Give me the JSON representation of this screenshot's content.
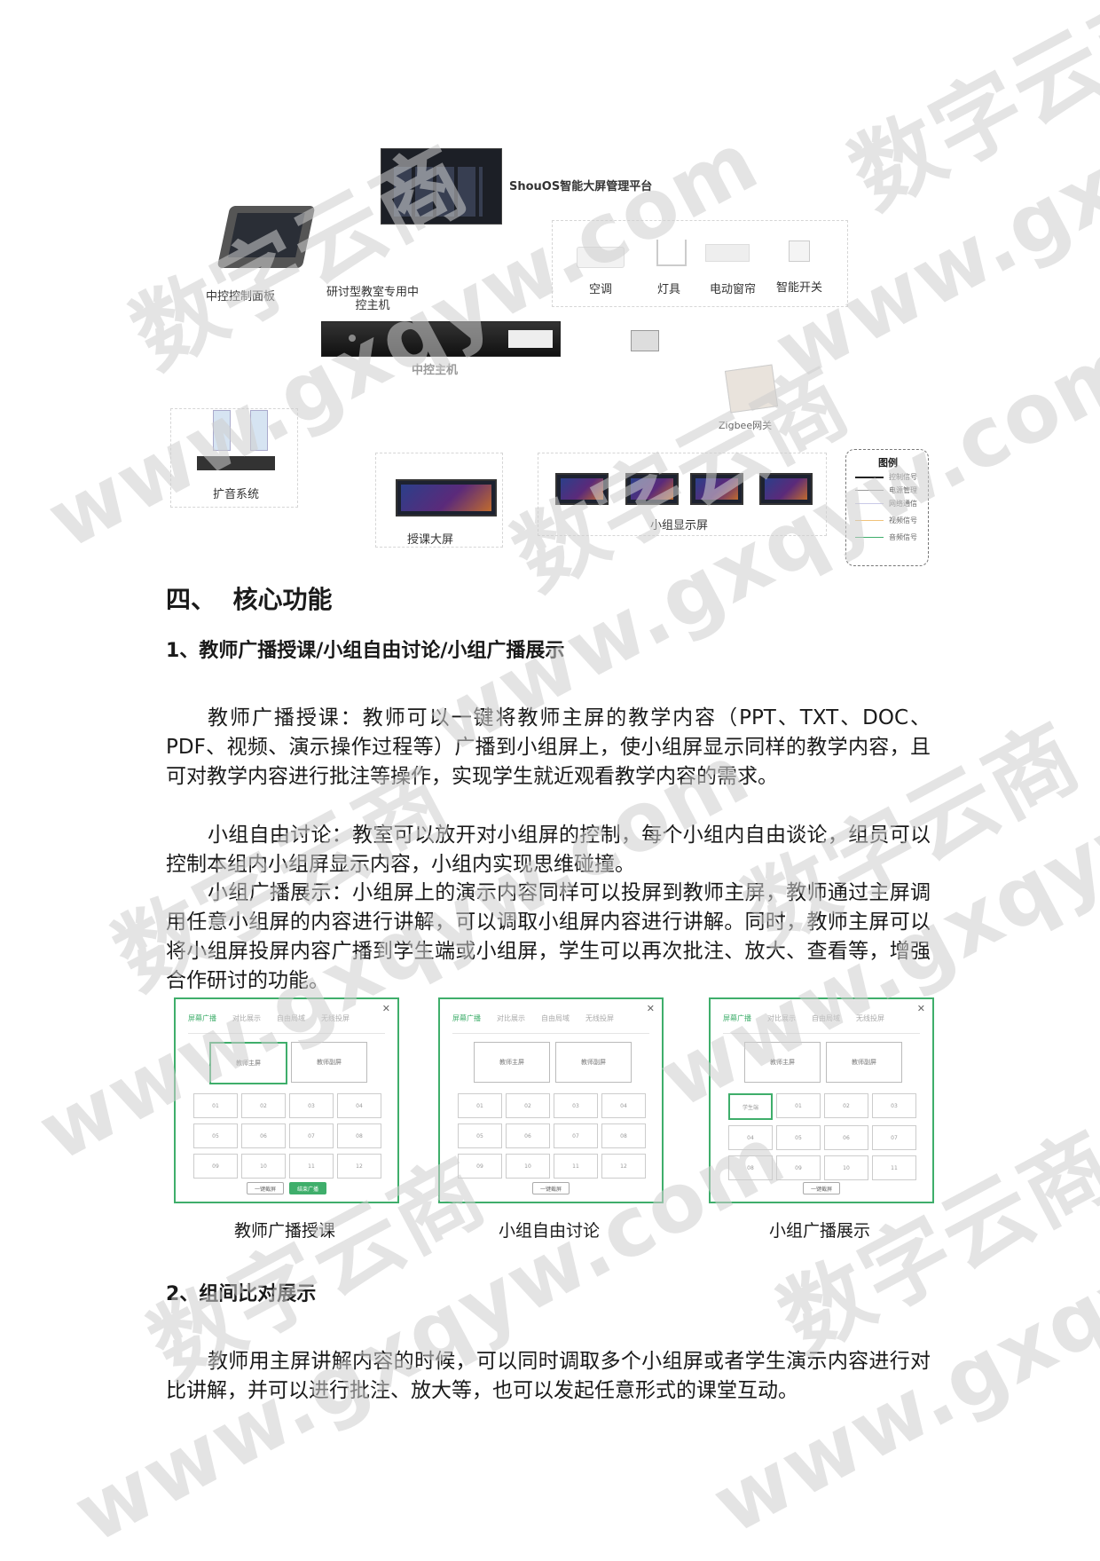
{
  "diagram": {
    "platform_label": "ShouOS智能大屏管理平台",
    "panel_label": "中控控制面板",
    "host_label": "研讨型教室专用中\n控主机",
    "main_host_label": "中控主机",
    "devices": [
      {
        "label": "空调",
        "icon": "air-conditioner-icon"
      },
      {
        "label": "灯具",
        "icon": "lamp-icon"
      },
      {
        "label": "电动窗帘",
        "icon": "curtain-icon"
      },
      {
        "label": "智能开关",
        "icon": "switch-icon"
      }
    ],
    "gateway_label": "Zigbee网关",
    "audio_label": "扩音系统",
    "teach_screen_label": "授课大屏",
    "group_screen_label": "小组显示屏",
    "legend": {
      "title": "图例",
      "items": [
        {
          "label": "控制信号",
          "color": "#222222"
        },
        {
          "label": "电源管理",
          "color": "#999999"
        },
        {
          "label": "网络通信",
          "color": "#c9c9e8"
        },
        {
          "label": "视频信号",
          "color": "#f0c27a"
        },
        {
          "label": "音频信号",
          "color": "#3fae6b"
        }
      ]
    }
  },
  "section": {
    "title": "四、  核心功能"
  },
  "sub1": {
    "title": "1、教师广播授课/小组自由讨论/小组广播展示"
  },
  "paragraphs": [
    "教师广播授课：教师可以一键将教师主屏的教学内容（PPT、TXT、DOC、PDF、视频、演示操作过程等）广播到小组屏上，使小组屏显示同样的教学内容，且可对教学内容进行批注等操作，实现学生就近观看教学内容的需求。",
    "小组自由讨论：教室可以放开对小组屏的控制，每个小组内自由谈论，组员可以控制本组内小组屏显示内容，小组内实现思维碰撞。",
    "小组广播展示：小组屏上的演示内容同样可以投屏到教师主屏，教师通过主屏调用任意小组屏的内容进行讲解，可以调取小组屏内容进行讲解。同时，教师主屏可以将小组屏投屏内容广播到学生端或小组屏，学生可以再次批注、放大、查看等，增强合作研讨的功能。"
  ],
  "panels": [
    {
      "caption": "教师广播授课",
      "tabs": [
        "屏幕广播",
        "对比展示",
        "自由局域",
        "无线投屏"
      ],
      "big_buttons": [
        "教师主屏",
        "教师副屏"
      ],
      "cells": [
        "01",
        "02",
        "03",
        "04",
        "05",
        "06",
        "07",
        "08",
        "09",
        "10",
        "11",
        "12"
      ],
      "buttons": [
        "一键截屏",
        "结束广播"
      ]
    },
    {
      "caption": "小组自由讨论",
      "tabs": [
        "屏幕广播",
        "对比展示",
        "自由局域",
        "无线投屏"
      ],
      "big_buttons": [
        "教师主屏",
        "教师副屏"
      ],
      "cells": [
        "01",
        "02",
        "03",
        "04",
        "05",
        "06",
        "07",
        "08",
        "09",
        "10",
        "11",
        "12"
      ],
      "buttons": [
        "一键截屏"
      ]
    },
    {
      "caption": "小组广播展示",
      "tabs": [
        "屏幕广播",
        "对比展示",
        "自由局域",
        "无线投屏"
      ],
      "big_buttons": [
        "教师主屏",
        "教师副屏"
      ],
      "cells": [
        "学生端",
        "01",
        "02",
        "03",
        "04",
        "05",
        "06",
        "07",
        "08",
        "09",
        "10",
        "11"
      ],
      "buttons": [
        "一键截屏"
      ]
    }
  ],
  "sub2": {
    "title": "2、组间比对展示"
  },
  "paragraph2": "教师用主屏讲解内容的时候，可以同时调取多个小组屏或者学生演示内容进行对比讲解，并可以进行批注、放大等，也可以发起任意形式的课堂互动。",
  "watermark": {
    "cn": "数字云商",
    "en": "www.gxqyw.com"
  },
  "colors": {
    "accent": "#3fae6b",
    "text": "#1a1a1a"
  }
}
